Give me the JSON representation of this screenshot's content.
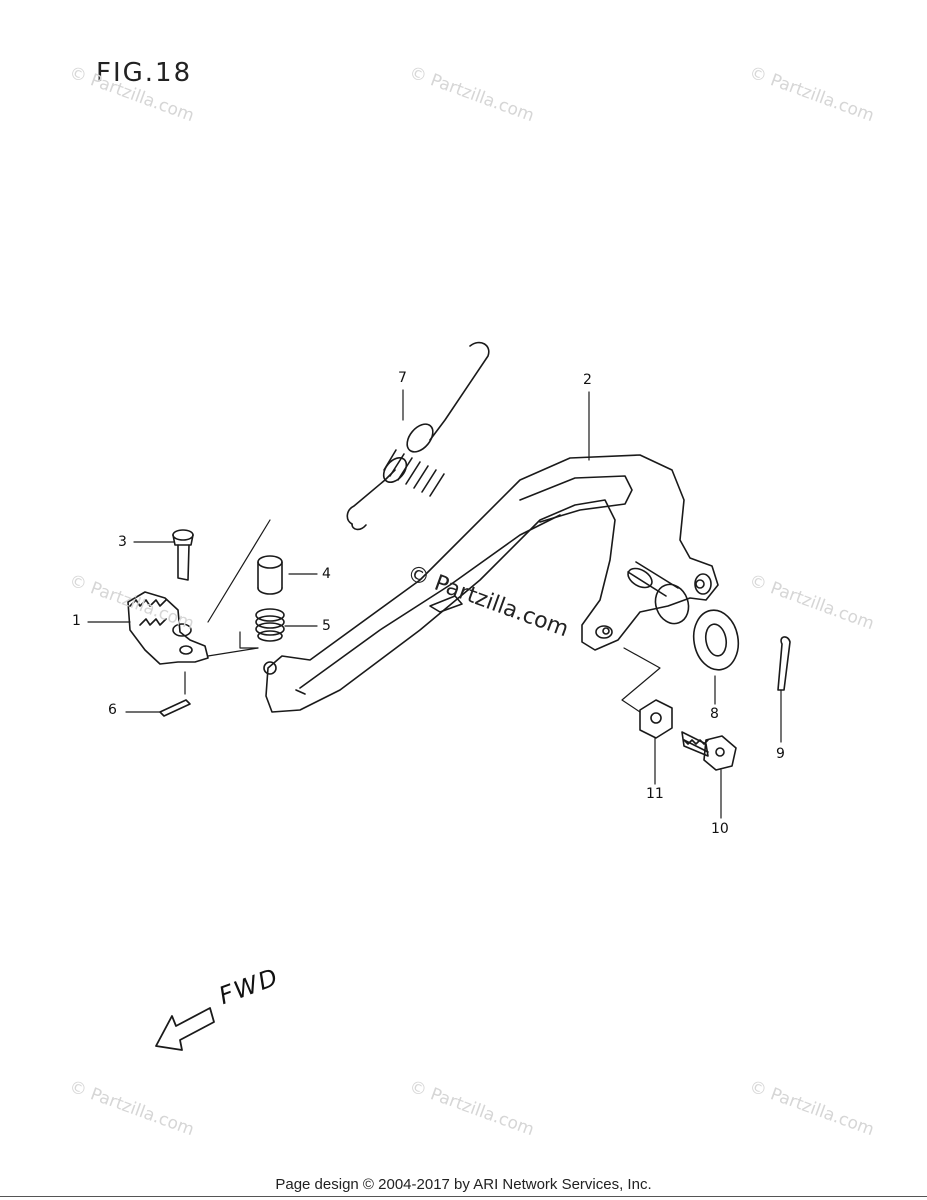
{
  "figure": {
    "title": "FIG.18"
  },
  "callouts": [
    {
      "id": "1",
      "label": "1"
    },
    {
      "id": "2",
      "label": "2"
    },
    {
      "id": "3",
      "label": "3"
    },
    {
      "id": "4",
      "label": "4"
    },
    {
      "id": "5",
      "label": "5"
    },
    {
      "id": "6",
      "label": "6"
    },
    {
      "id": "7",
      "label": "7"
    },
    {
      "id": "8",
      "label": "8"
    },
    {
      "id": "9",
      "label": "9"
    },
    {
      "id": "10",
      "label": "10"
    },
    {
      "id": "11",
      "label": "11"
    }
  ],
  "direction": {
    "label": "FWD"
  },
  "watermark": {
    "text": "© Partzilla.com"
  },
  "footer": {
    "text": "Page design © 2004-2017 by ARI Network Services, Inc."
  }
}
